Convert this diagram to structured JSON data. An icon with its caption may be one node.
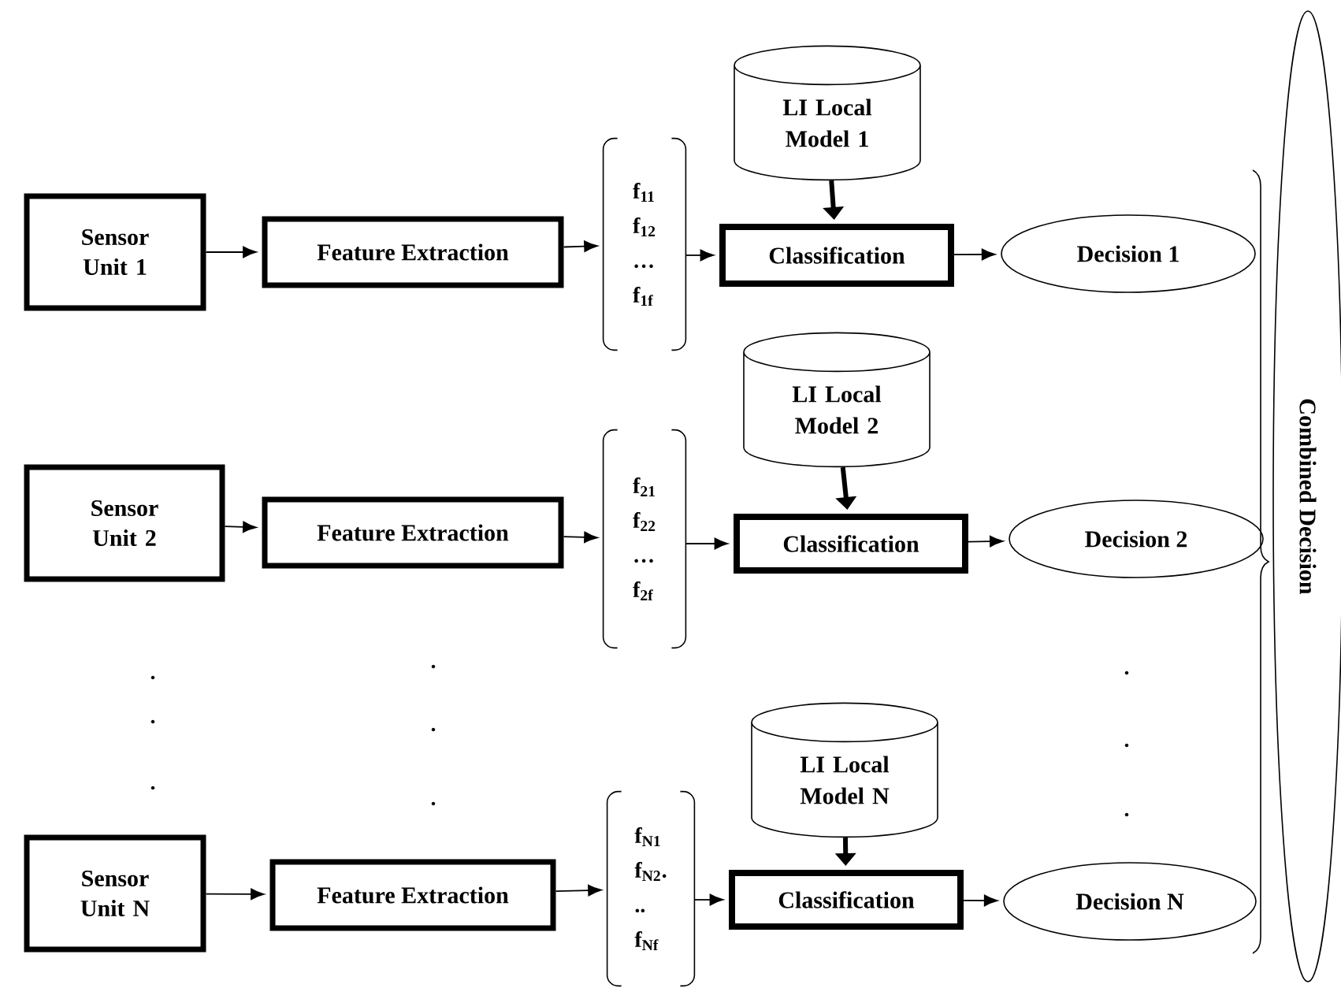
{
  "diagram": {
    "nodes": [
      {
        "text": [
          "Sensor Unit 1"
        ]
      },
      {
        "text": [
          "Feature Extraction"
        ]
      },
      {
        "text": [
          "f$_{11}$",
          "f$_{12}$",
          "…",
          "f$_{1f}$"
        ]
      },
      {
        "text": [
          "LI Local Model 1"
        ]
      },
      {
        "text": [
          "Classification"
        ]
      },
      {
        "text": [
          "Decision 1"
        ]
      },
      {
        "text": [
          "Sensor Unit 2"
        ]
      },
      {
        "text": [
          "Feature Extraction"
        ]
      },
      {
        "text": [
          "f$_{21}$",
          "f$_{22}$",
          "…",
          "f$_{2f}$"
        ]
      },
      {
        "text": [
          "LI Local Model 2"
        ]
      },
      {
        "text": [
          "Classification"
        ]
      },
      {
        "text": [
          "Decision 2"
        ]
      },
      {
        "text": [
          "Sensor Unit N"
        ]
      },
      {
        "text": [
          "Feature Extraction"
        ]
      },
      {
        "text": [
          "f$_{N1}$",
          "f$_{N2}$.",
          "..",
          "f$_{Nf}$"
        ]
      },
      {
        "text": [
          "LI Local Model N"
        ]
      },
      {
        "text": [
          "Classification"
        ]
      },
      {
        "text": [
          "Decision N"
        ]
      },
      {
        "text": [
          "Combined Decision"
        ]
      }
    ],
    "edges": [
      {
        "from": 0,
        "to": 1,
        "arrow": "to"
      },
      {
        "from": 1,
        "to": 2,
        "arrow": "to"
      },
      {
        "from": 2,
        "to": 4,
        "arrow": "to"
      },
      {
        "from": 3,
        "to": 4,
        "arrow": "to",
        "style": "thick"
      },
      {
        "from": 4,
        "to": 5,
        "arrow": "to"
      },
      {
        "from": 6,
        "to": 7,
        "arrow": "to"
      },
      {
        "from": 7,
        "to": 8,
        "arrow": "to"
      },
      {
        "from": 8,
        "to": 10,
        "arrow": "to"
      },
      {
        "from": 9,
        "to": 10,
        "arrow": "to",
        "style": "thick"
      },
      {
        "from": 10,
        "to": 11,
        "arrow": "to"
      },
      {
        "from": 12,
        "to": 13,
        "arrow": "to"
      },
      {
        "from": 13,
        "to": 14,
        "arrow": "to"
      },
      {
        "from": 14,
        "to": 16,
        "arrow": "to"
      },
      {
        "from": 15,
        "to": 16,
        "arrow": "to",
        "style": "thick"
      },
      {
        "from": 16,
        "to": 17,
        "arrow": "to"
      }
    ],
    "labels": [
      ".",
      ".",
      ".",
      ".",
      ".",
      ".",
      ".",
      ".",
      "."
    ]
  }
}
